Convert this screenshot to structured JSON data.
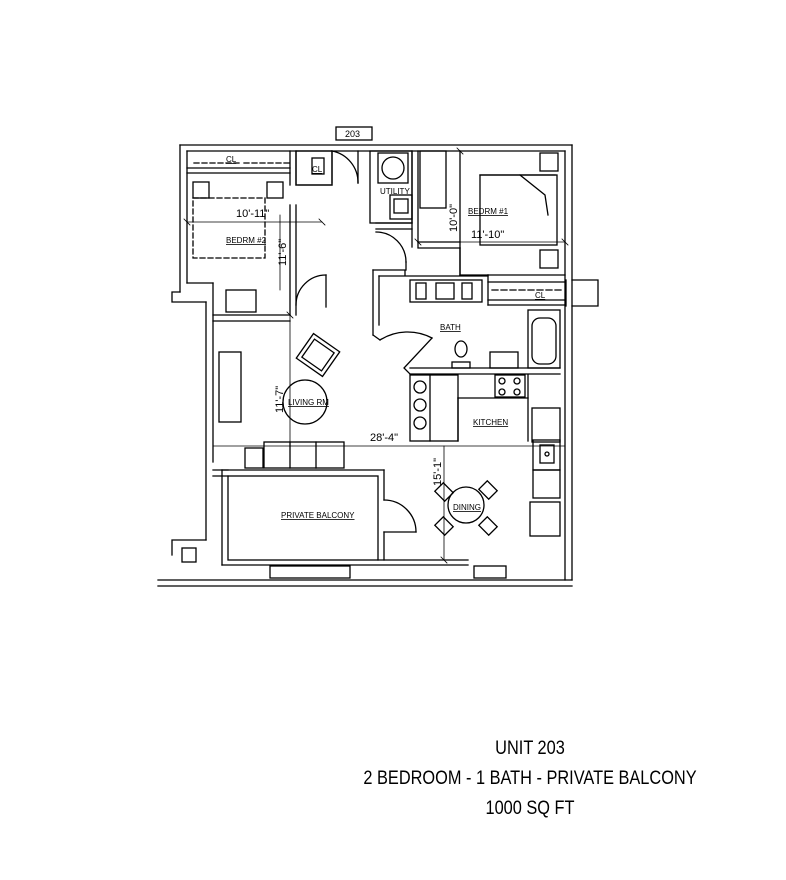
{
  "unit_tag": "203",
  "rooms": {
    "closet_1": "CL",
    "closet_2": "CL",
    "closet_3": "CL",
    "utility": "UTILITY",
    "bedroom_1": "BEDRM #1",
    "bedroom_2": "BEDRM #2",
    "bath": "BATH",
    "living": "LIVING RM",
    "kitchen": "KITCHEN",
    "dining": "DINING",
    "balcony": "PRIVATE BALCONY"
  },
  "dimensions": {
    "bed2_width": "10'-11\"",
    "bed2_depth": "11'-6\"",
    "bed1_depth": "10'-0\"",
    "bed1_width": "11'-10\"",
    "living_depth": "11'-7\"",
    "overall_width": "28'-4\"",
    "dining_depth": "15'-1\""
  },
  "caption": {
    "line1": "UNIT 203",
    "line2": "2 BEDROOM - 1 BATH - PRIVATE BALCONY",
    "line3": "1000 SQ FT"
  }
}
